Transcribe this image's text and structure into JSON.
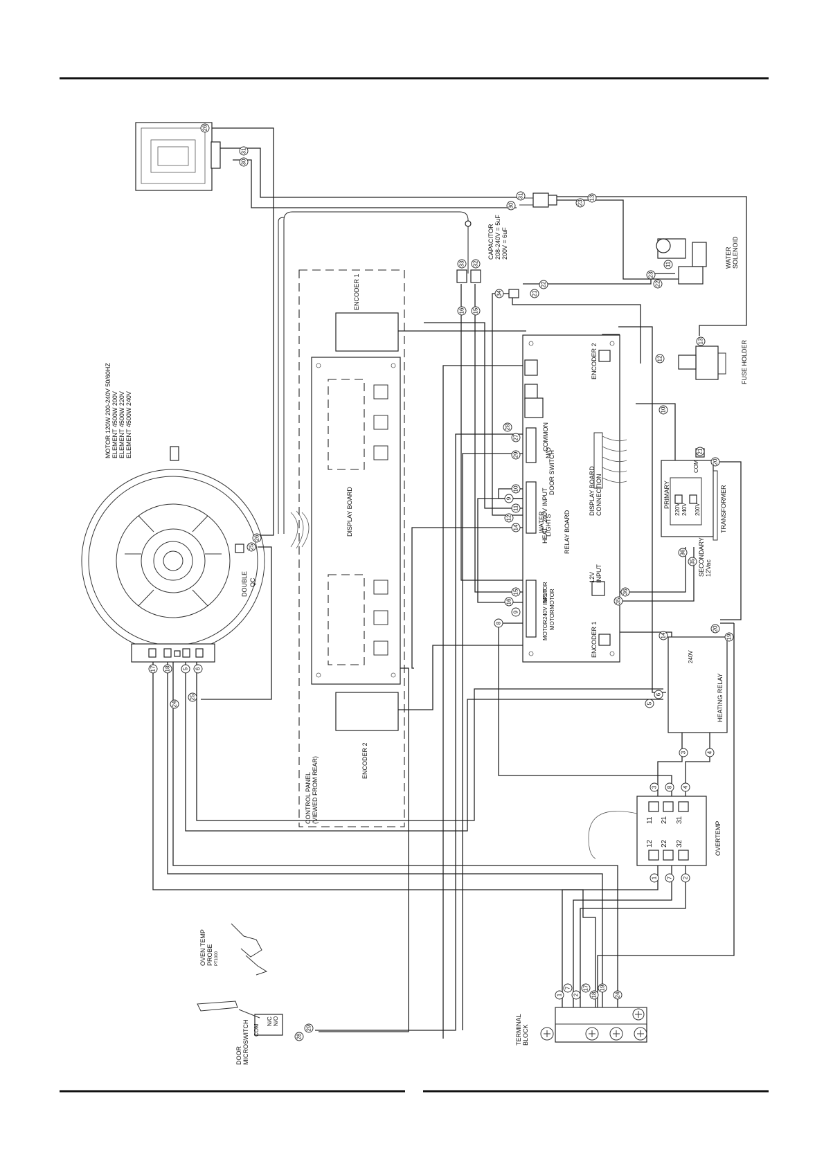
{
  "labels": {
    "motor_spec": [
      "MOTOR 120W 200-240V 50/60HZ",
      "ELEMENT 4500W 200V",
      "ELEMENT 4500W 220V",
      "ELEMENT 4500W 240V"
    ],
    "double_qc": [
      "DOUBLE",
      "QC"
    ],
    "control_panel": [
      "CONTROL PANEL",
      "(VIEWED FROM REAR)"
    ],
    "display_board": "DISPLAY BOARD",
    "encoder_1": "ENCODER 1",
    "encoder_2": "ENCODER 2",
    "relay_board": "RELAY BOARD",
    "relay_encoder_1": "ENCODER 1",
    "relay_encoder_2": "ENCODER 2",
    "common": "COMMON",
    "no": "N/O",
    "door_switch": "DOOR SWITCH",
    "input_240v": "240V INPUT",
    "water": "WATER",
    "lights": "LIGHTS",
    "heat": "HEAT",
    "display_board_connection": [
      "DISPLAY BOARD",
      "CONNECTION"
    ],
    "input_12v": [
      "12V",
      "INPUT"
    ],
    "motor": "MOTOR",
    "motor_240v_input": "240V INPUT",
    "capacitor": [
      "CAPACITOR",
      "208-240V = 5uF",
      "200V = 6uF"
    ],
    "water_solenoid": [
      "WATER",
      "SOLENOID"
    ],
    "fuse_holder": "FUSE HOLDER",
    "transformer": "TRANSFORMER",
    "primary": "PRIMARY",
    "tap_220v": "220V",
    "tap_240v": "240V",
    "tap_200v": "200V",
    "com": "COM",
    "secondary": [
      "SECONDARY",
      "12Vac"
    ],
    "heating_relay": "HEATING RELAY",
    "relay_240v": "240V",
    "overtemp": "OVERTEMP",
    "overtemp_terms_top": [
      "11",
      "21",
      "31"
    ],
    "overtemp_terms_bottom": [
      "12",
      "22",
      "32"
    ],
    "terminal_block": [
      "TERMINAL",
      "BLOCK"
    ],
    "oven_temp_probe": [
      "OVEN TEMP",
      "PROBE",
      "PT1000"
    ],
    "door_microswitch": [
      "DOOR",
      "MICROSWITCH"
    ],
    "micro_com": "COM",
    "micro_nc": "N/C",
    "micro_no": "N/O"
  },
  "wire_numbers": {
    "plug": [
      "26",
      "31",
      "30"
    ],
    "connector_top": [
      "31",
      "30",
      "23",
      "13"
    ],
    "capacitor": [
      "33",
      "32",
      "16",
      "15"
    ],
    "solenoid": [
      "34",
      "21",
      "22",
      "23",
      "22",
      "11"
    ],
    "fuse": [
      "12",
      "13"
    ],
    "relay_top": [
      "28",
      "27",
      "29",
      "10",
      "9",
      "11",
      "12",
      "14"
    ],
    "relay_motor": [
      "15",
      "16",
      "9"
    ],
    "relay_12v": [
      "36",
      "35"
    ],
    "transformer": [
      "10",
      "21",
      "20",
      "36",
      "35"
    ],
    "heating_relay": [
      "14",
      "20",
      "19",
      "6",
      "5",
      "3",
      "4"
    ],
    "overtemp_top": [
      "3",
      "8",
      "4"
    ],
    "overtemp_bottom": [
      "1",
      "7",
      "2"
    ],
    "motor_term": [
      "17",
      "18",
      "5",
      "6",
      "24",
      "25"
    ],
    "double_qc": [
      "25",
      "26"
    ],
    "terminal": [
      "1",
      "7",
      "2",
      "17",
      "18",
      "19",
      "24"
    ],
    "microswitch": [
      "28",
      "29"
    ],
    "misc": [
      "8"
    ]
  }
}
